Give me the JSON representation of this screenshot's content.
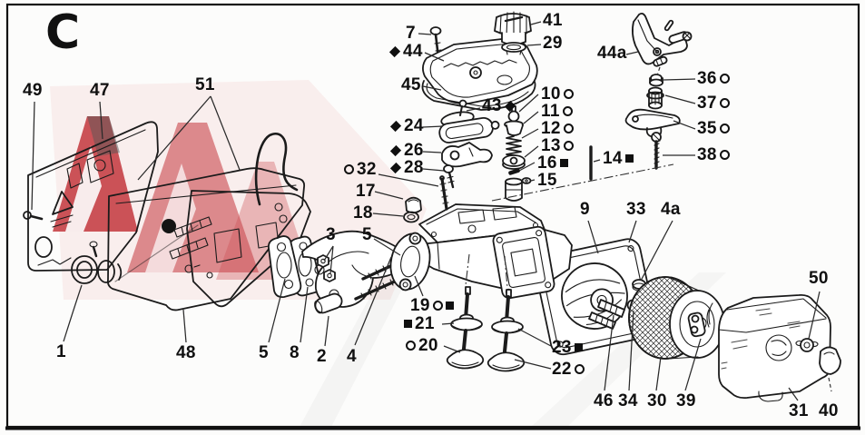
{
  "diagram": {
    "section_letter": "C",
    "colors": {
      "line": "#1b1b1b",
      "watermark_red": "#c0272d",
      "background": "#fcfcfb"
    }
  },
  "callouts": {
    "c1": {
      "label": "1"
    },
    "c2": {
      "label": "2"
    },
    "c3": {
      "label": "3"
    },
    "c4": {
      "label": "4"
    },
    "c4a": {
      "label": "4a"
    },
    "c5_carb_flange": {
      "label": "5"
    },
    "c5_manifold_flange": {
      "label": "5"
    },
    "c7": {
      "label": "7"
    },
    "c8": {
      "label": "8"
    },
    "c9": {
      "label": "9"
    },
    "c10": {
      "label": "10",
      "marker": "ring",
      "marker_pos": "after"
    },
    "c11": {
      "label": "11",
      "marker": "ring",
      "marker_pos": "after"
    },
    "c12": {
      "label": "12",
      "marker": "ring",
      "marker_pos": "after"
    },
    "c13": {
      "label": "13",
      "marker": "ring",
      "marker_pos": "after"
    },
    "c14": {
      "label": "14",
      "marker": "square",
      "marker_pos": "after"
    },
    "c15": {
      "label": "15"
    },
    "c16": {
      "label": "16",
      "marker": "square",
      "marker_pos": "after"
    },
    "c17": {
      "label": "17"
    },
    "c18": {
      "label": "18"
    },
    "c19": {
      "label": "19",
      "marker": "ring+square",
      "marker_pos": "after"
    },
    "c20": {
      "label": "20",
      "marker": "ring",
      "marker_pos": "before"
    },
    "c21": {
      "label": "21",
      "marker": "square",
      "marker_pos": "before"
    },
    "c22": {
      "label": "22",
      "marker": "ring",
      "marker_pos": "after"
    },
    "c23": {
      "label": "23",
      "marker": "square",
      "marker_pos": "after"
    },
    "c24": {
      "label": "24",
      "marker": "diamond",
      "marker_pos": "before"
    },
    "c26": {
      "label": "26",
      "marker": "diamond",
      "marker_pos": "before"
    },
    "c28": {
      "label": "28",
      "marker": "diamond",
      "marker_pos": "before"
    },
    "c29": {
      "label": "29"
    },
    "c30": {
      "label": "30"
    },
    "c31": {
      "label": "31"
    },
    "c32": {
      "label": "32",
      "marker": "ring",
      "marker_pos": "before"
    },
    "c33": {
      "label": "33"
    },
    "c34": {
      "label": "34"
    },
    "c35": {
      "label": "35",
      "marker": "ring",
      "marker_pos": "after"
    },
    "c36": {
      "label": "36",
      "marker": "ring",
      "marker_pos": "after"
    },
    "c37": {
      "label": "37",
      "marker": "ring",
      "marker_pos": "after"
    },
    "c38": {
      "label": "38",
      "marker": "ring",
      "marker_pos": "after"
    },
    "c39": {
      "label": "39"
    },
    "c40": {
      "label": "40"
    },
    "c41": {
      "label": "41"
    },
    "c43": {
      "label": "43",
      "marker": "diamond",
      "marker_pos": "after"
    },
    "c44": {
      "label": "44",
      "marker": "diamond",
      "marker_pos": "before"
    },
    "c44a": {
      "label": "44a"
    },
    "c45": {
      "label": "45"
    },
    "c46": {
      "label": "46"
    },
    "c47": {
      "label": "47"
    },
    "c48": {
      "label": "48"
    },
    "c49": {
      "label": "49"
    },
    "c50": {
      "label": "50"
    },
    "c51": {
      "label": "51"
    }
  }
}
